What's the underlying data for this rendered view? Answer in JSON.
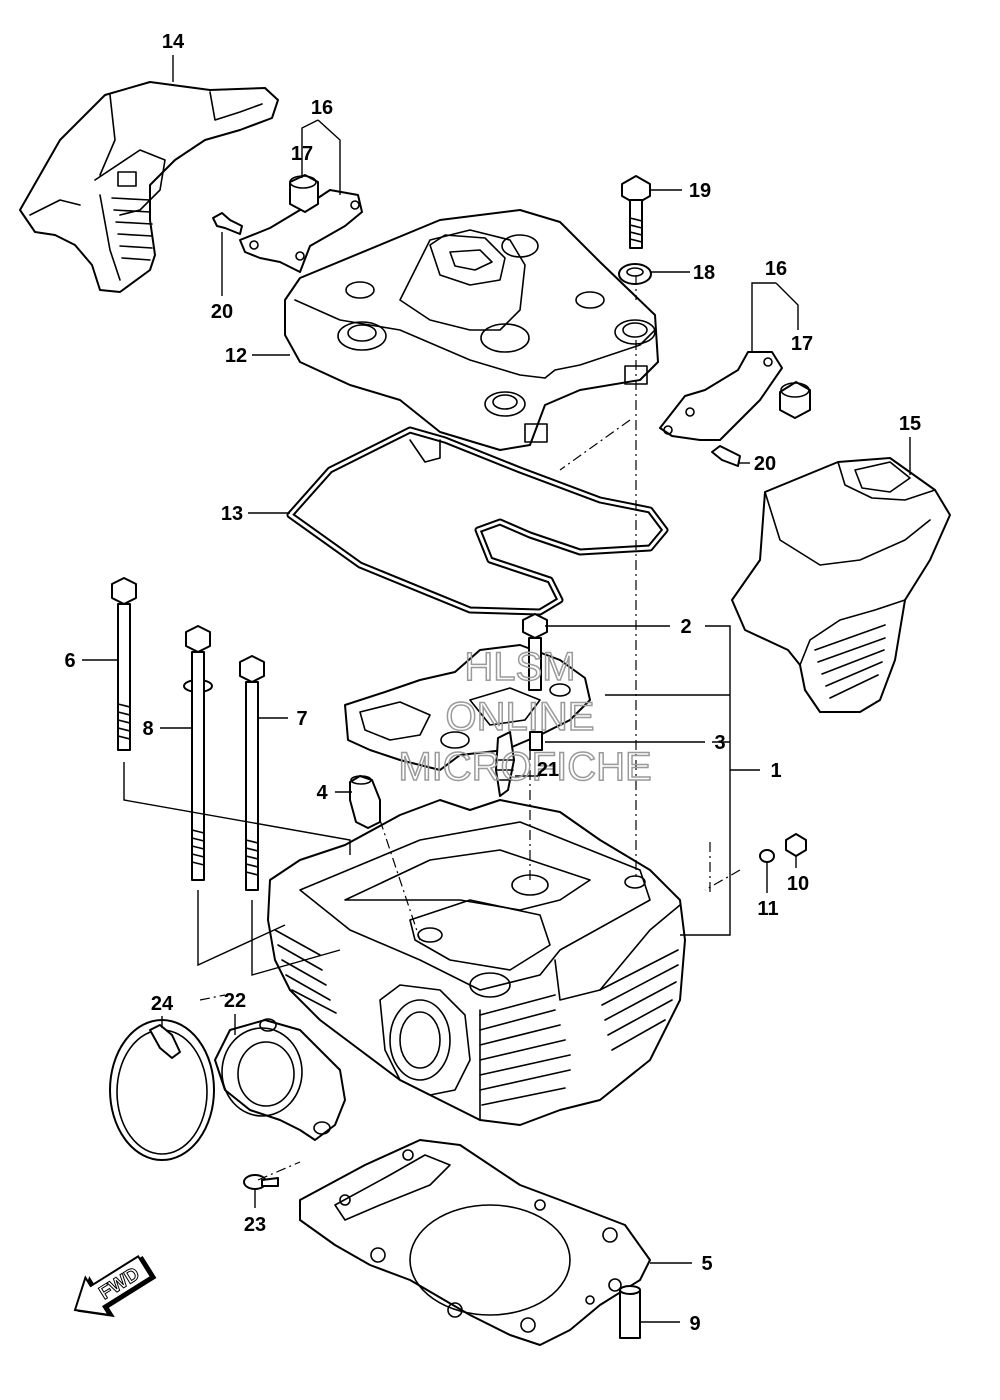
{
  "watermark": {
    "line1": "HLSM",
    "line2": "ONLINE",
    "line3": "MICROFICHE"
  },
  "direction_label": "FWD",
  "callouts": {
    "c1": "1",
    "c2": "2",
    "c3": "3",
    "c4": "4",
    "c5": "5",
    "c6": "6",
    "c7": "7",
    "c8": "8",
    "c9": "9",
    "c10": "10",
    "c11": "11",
    "c12": "12",
    "c13": "13",
    "c14": "14",
    "c15": "15",
    "c16a": "16",
    "c16b": "16",
    "c17a": "17",
    "c17b": "17",
    "c18": "18",
    "c19": "19",
    "c20a": "20",
    "c20b": "20",
    "c21": "21",
    "c22": "22",
    "c23": "23",
    "c24": "24"
  }
}
